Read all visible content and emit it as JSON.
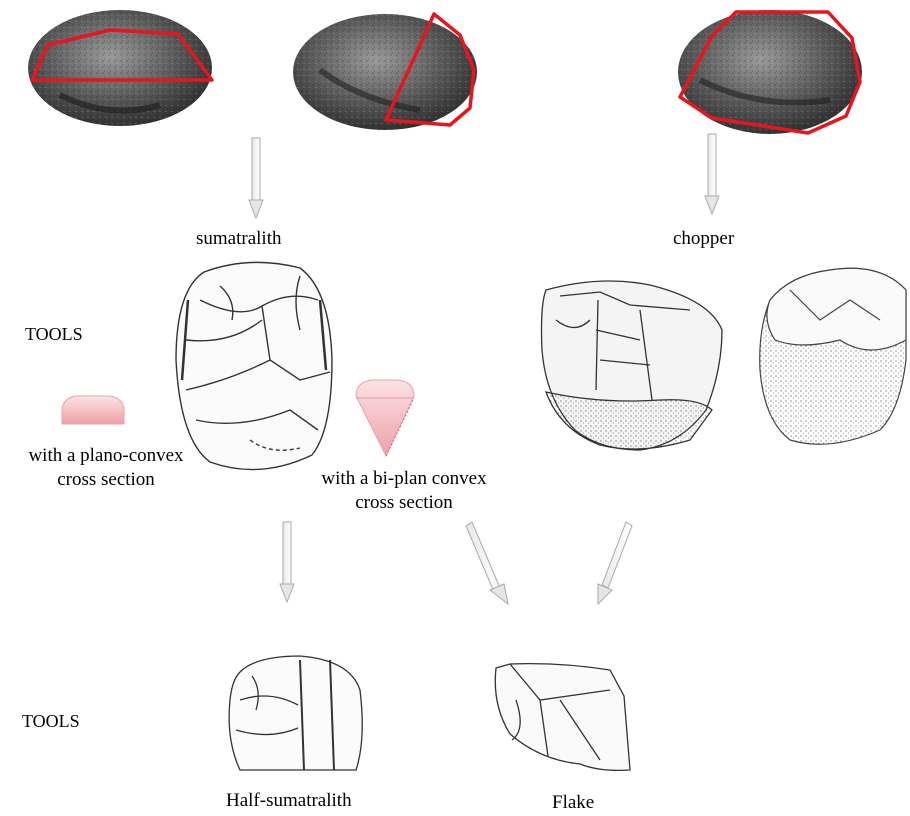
{
  "labels": {
    "sumatralith": "sumatralith",
    "chopper": "chopper",
    "tools_top": "TOOLS",
    "plano_convex_line1": "with a plano-convex",
    "plano_convex_line2": "cross section",
    "biplan_convex_line1": "with a bi-plan convex",
    "biplan_convex_line2": "cross section",
    "tools_bottom": "TOOLS",
    "half_sumatralith": "Half-sumatralith",
    "flake": "Flake"
  },
  "colors": {
    "outline_red": "#e8141e",
    "pebble_dark": "#3a3a3a",
    "pebble_mid": "#6d6d6d",
    "section_pink": "#f3c2c6",
    "arrow_gray": "#b9b9b9"
  }
}
